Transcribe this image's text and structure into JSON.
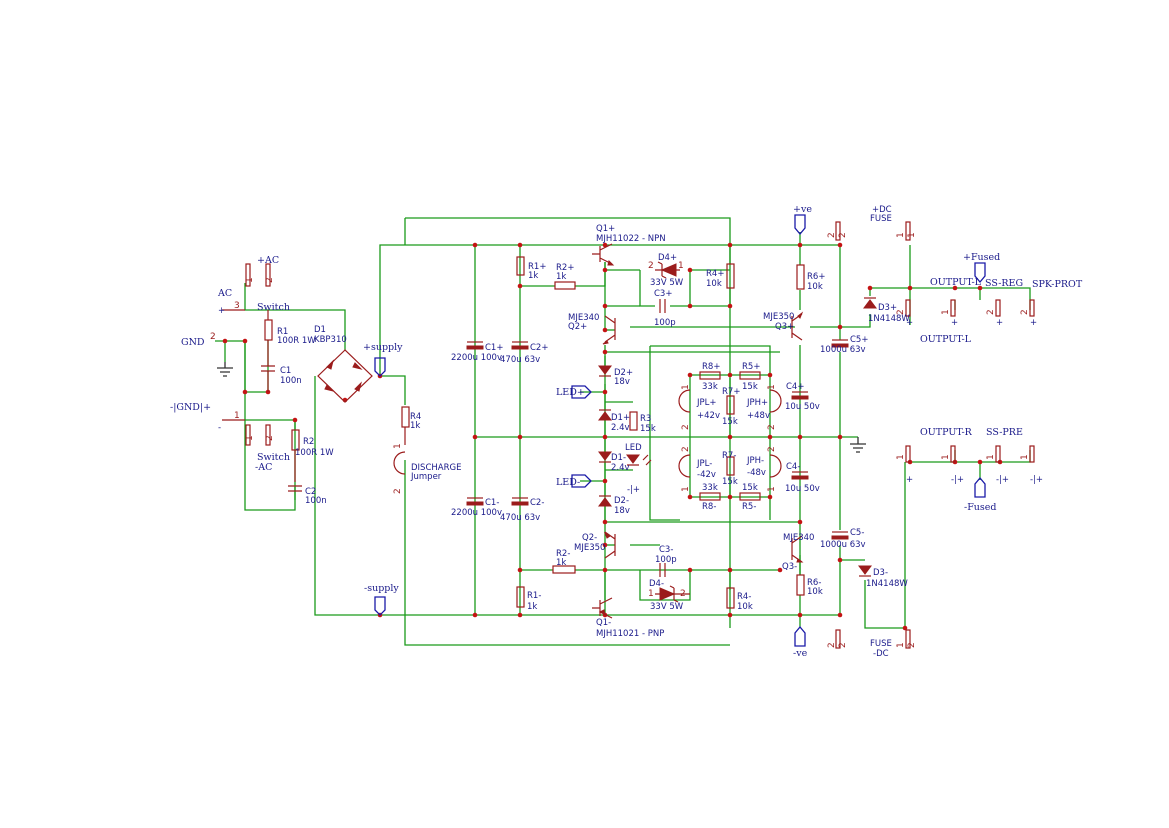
{
  "colors": {
    "wire": "#1a9a1a",
    "component": "#9b1c1c",
    "junction": "#c41414",
    "text": "#1a1a8a",
    "background": "#ffffff"
  },
  "nets": {
    "ac": "AC",
    "plus_ac": "+AC",
    "minus_ac": "-AC",
    "gnd": "GND",
    "gnd_pair": "-|GND|+",
    "switch_top": "Switch",
    "switch_bottom": "Switch",
    "plus_supply": "+supply",
    "minus_supply": "-supply",
    "plus_ve": "+ve",
    "minus_ve": "-ve",
    "led_plus": "LED+",
    "led_minus": "LED-",
    "plus_fused": "+Fused",
    "minus_fused": "-Fused",
    "plus_dc": "+DC",
    "fuse_top": "FUSE",
    "fuse_bottom": "FUSE",
    "minus_dc": "-DC",
    "output_l_top": "OUTPUT-L",
    "ss_reg": "SS-REG",
    "spk_prot": "SPK-PROT",
    "output_l_bottom": "OUTPUT-L",
    "output_r": "OUTPUT-R",
    "ss_pre": "SS-PRE",
    "led_pm": "-|+"
  },
  "components": {
    "r1": "R1",
    "r1_val": "100R 1W",
    "c1": "C1",
    "c1_val": "100n",
    "r2": "R2",
    "r2_val": "100R 1W",
    "c2": "C2",
    "c2_val": "100n",
    "d1": "D1",
    "d1_val": "KBP310",
    "r4": "R4",
    "r4_val": "1k",
    "discharge": "DISCHARGE",
    "jumper": "Jumper",
    "c1p": "C1+",
    "c1p_val": "2200u 100v",
    "c2p": "C2+",
    "c2p_val": "470u 63v",
    "c1m": "C1-",
    "c1m_val": "2200u 100v",
    "c2m": "C2-",
    "c2m_val": "470u 63v",
    "r1p": "R1+",
    "r1p_val": "1k",
    "r2p": "R2+",
    "r2p_val": "1k",
    "q1p": "Q1+",
    "q1p_val": "MJH11022 - NPN",
    "d4p": "D4+",
    "d4p_val": "33V 5W",
    "c3p": "C3+",
    "c3p_val": "100p",
    "r4p": "R4+",
    "r4p_val": "10k",
    "q2p_type": "MJE340",
    "q2p": "Q2+",
    "d2p": "D2+",
    "d2p_val": "18v",
    "d1p": "D1+",
    "d1p_val": "2.4v",
    "r3": "R3",
    "r3_val": "15k",
    "led": "LED",
    "d1m": "D1-",
    "d1m_val": "2.4v",
    "d2m": "D2-",
    "d2m_val": "18v",
    "r8p": "R8+",
    "r8p_val": "33k",
    "r5p": "R5+",
    "r5p_val": "15k",
    "r7p": "R7+",
    "r7p_val": "15k",
    "jplp": "JPL+",
    "jplp_val": "+42v",
    "jphp": "JPH+",
    "jphp_val": "+48v",
    "jplm": "JPL-",
    "jplm_val": "-42v",
    "r7m": "R7-",
    "r7m_val": "15k",
    "jphm": "JPH-",
    "jphm_val": "-48v",
    "r8m_val": "33k",
    "r8m": "R8-",
    "r5m_val": "15k",
    "r5m": "R5-",
    "r6p": "R6+",
    "r6p_val": "10k",
    "q3p_type": "MJE350",
    "q3p": "Q3+",
    "c4p": "C4+",
    "c4p_val": "10u 50v",
    "c4m": "C4-",
    "c4m_val": "10u 50v",
    "c5p": "C5+",
    "c5p_val": "1000u 63v",
    "c5m": "C5-",
    "c5m_val": "1000u 63v",
    "d3p": "D3+",
    "d3p_val": "1N4148W",
    "d3m": "D3-",
    "d3m_val": "1N4148W",
    "q2m": "Q2-",
    "q2m_type": "MJE350",
    "r2m": "R2-",
    "r2m_val": "1k",
    "c3m": "C3-",
    "c3m_val": "100p",
    "d4m": "D4-",
    "d4m_val": "33V 5W",
    "q3m_type": "MJE340",
    "q3m": "Q3-",
    "r6m": "R6-",
    "r6m_val": "10k",
    "r1m": "R1-",
    "r1m_val": "1k",
    "r4m": "R4-",
    "r4m_val": "10k",
    "q1m": "Q1-",
    "q1m_val": "MJH11021 - PNP"
  },
  "pins": {
    "p1": "1",
    "p2": "2",
    "p3": "3",
    "plus": "+",
    "minus": "-"
  }
}
